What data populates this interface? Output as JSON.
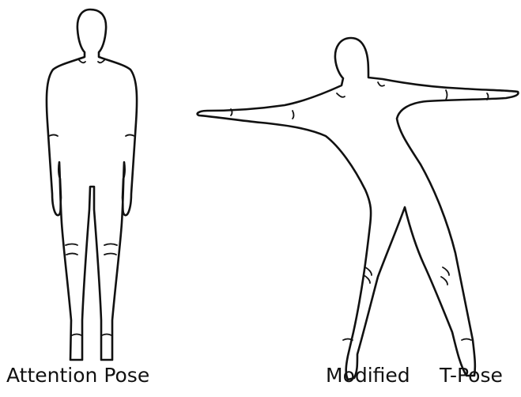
{
  "figures": [
    {
      "name": "attention-pose",
      "caption": "Attention Pose"
    },
    {
      "name": "modified-t-pose",
      "caption_parts": [
        "Modified",
        "T-Pose"
      ]
    }
  ],
  "colors": {
    "stroke": "#111111",
    "background": "#ffffff"
  }
}
